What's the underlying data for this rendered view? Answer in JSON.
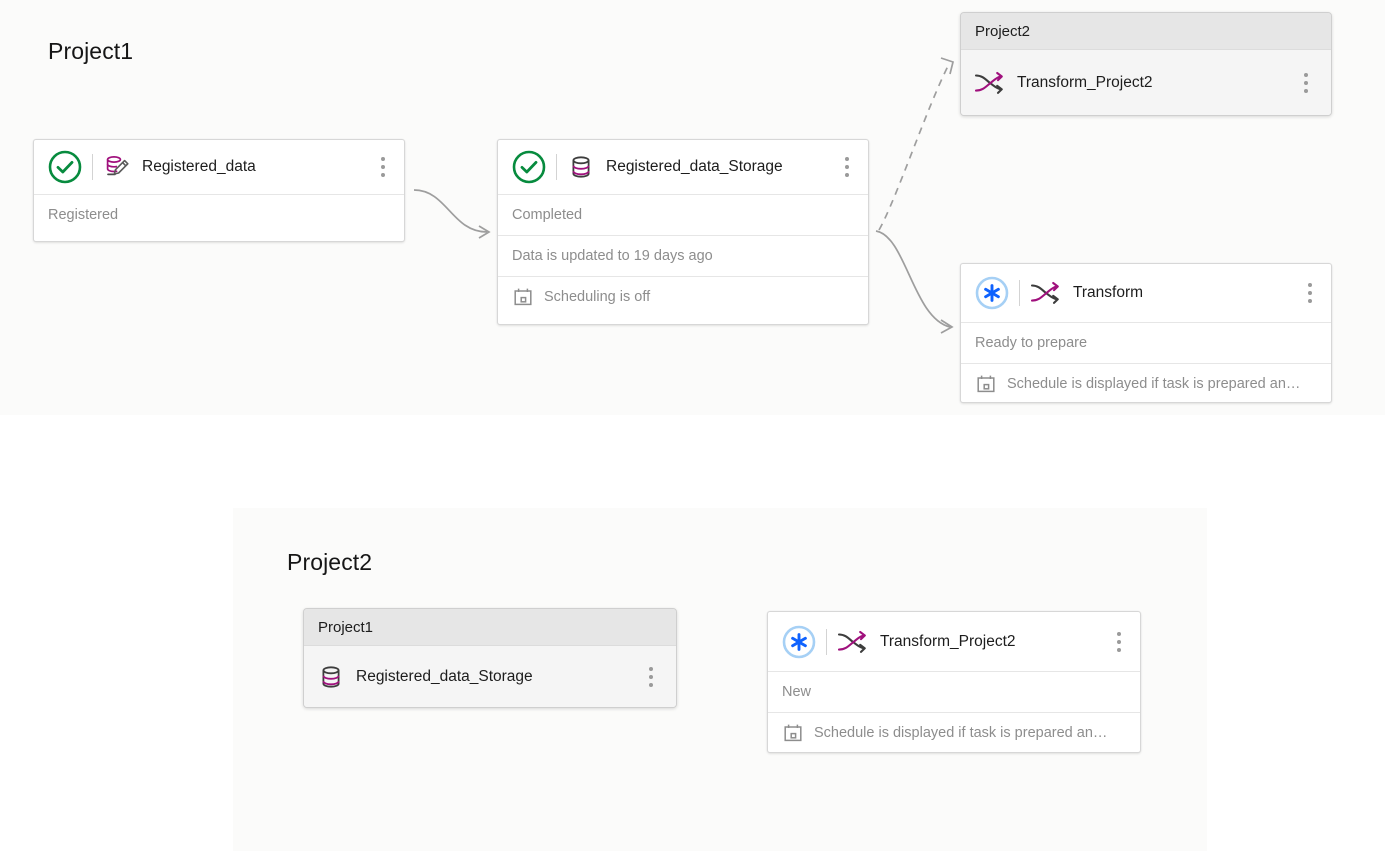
{
  "regions": {
    "top": {
      "name": "Project1"
    },
    "bottom": {
      "name": "Project2"
    }
  },
  "titles": {
    "project1": "Project1",
    "project2": "Project2"
  },
  "colors": {
    "status_success": "#078b3e",
    "status_new": "#0f62fe",
    "status_new_ring": "#a6d0f5",
    "dataset_magenta": "#a0107d",
    "connector_gray": "#9e9e9e",
    "panel_background": "#fbfbfa",
    "group_header": "#e6e6e6"
  },
  "top_section": {
    "cards": [
      {
        "id": "registered-data",
        "status_icon": "check-circle-icon",
        "status_label": "Success",
        "type_icon": "dataset-edit-icon",
        "title": "Registered_data",
        "menu_icon": "overflow-menu-icon",
        "rows": [
          {
            "text": "Registered",
            "icon": null
          }
        ]
      },
      {
        "id": "registered-data-storage",
        "status_icon": "check-circle-icon",
        "status_label": "Success",
        "type_icon": "dataset-icon",
        "title": "Registered_data_Storage",
        "menu_icon": "overflow-menu-icon",
        "rows": [
          {
            "text": "Completed",
            "icon": null
          },
          {
            "text": "Data is updated to 19 days ago",
            "icon": null
          },
          {
            "text": "Scheduling is off",
            "icon": "calendar-icon"
          }
        ]
      },
      {
        "id": "transform",
        "status_icon": "asterisk-circle-icon",
        "status_label": "New",
        "type_icon": "transform-icon",
        "title": "Transform",
        "menu_icon": "overflow-menu-icon",
        "rows": [
          {
            "text": "Ready to prepare",
            "icon": null
          },
          {
            "text": "Schedule is displayed if task is prepared an…",
            "icon": "calendar-icon"
          }
        ]
      }
    ],
    "group": {
      "id": "project2-group",
      "header": "Project2",
      "item": {
        "type_icon": "transform-icon",
        "title": "Transform_Project2",
        "menu_icon": "overflow-menu-icon"
      }
    }
  },
  "bottom_section": {
    "group": {
      "id": "project1-group",
      "header": "Project1",
      "item": {
        "type_icon": "dataset-icon",
        "title": "Registered_data_Storage",
        "menu_icon": "overflow-menu-icon"
      }
    },
    "card": {
      "id": "transform-project2",
      "status_icon": "asterisk-circle-icon",
      "status_label": "New",
      "type_icon": "transform-icon",
      "title": "Transform_Project2",
      "menu_icon": "overflow-menu-icon",
      "rows": [
        {
          "text": "New",
          "icon": null
        },
        {
          "text": "Schedule is displayed if task is prepared an…",
          "icon": "calendar-icon"
        }
      ]
    }
  },
  "connectors": [
    {
      "id": "c1",
      "from": "registered-data",
      "to": "registered-data-storage",
      "style": "solid",
      "arrow": "open-arrow"
    },
    {
      "id": "c2",
      "from": "registered-data-storage",
      "to": "project2-group",
      "style": "dashed",
      "arrow": "open-arrow"
    },
    {
      "id": "c3",
      "from": "registered-data-storage",
      "to": "transform",
      "style": "solid",
      "arrow": "open-arrow"
    },
    {
      "id": "c4",
      "from": "project1-group",
      "to": "transform-project2",
      "style": "dashed",
      "arrow": "open-arrow"
    }
  ]
}
